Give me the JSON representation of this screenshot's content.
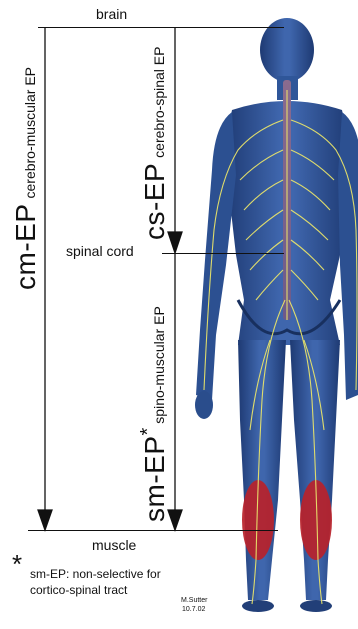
{
  "labels": {
    "brain": "brain",
    "spinal_cord": "spinal cord",
    "muscle": "muscle",
    "cm_ep_main": "cm-EP",
    "cm_ep_sub": "cerebro-muscular EP",
    "cs_ep_main": "cs-EP",
    "cs_ep_sub": "cerebro-spinal EP",
    "sm_ep_main": "sm-EP",
    "sm_ep_star": "*",
    "sm_ep_sub": "spino-muscular EP"
  },
  "footnote": {
    "star": "*",
    "line1": "sm-EP: non-selective for",
    "line2": "cortico-spinal tract"
  },
  "signature": {
    "name": "M.Sutter",
    "date": "10.7.02"
  },
  "colors": {
    "body_blue": "#2b4f8f",
    "nerve_yellow": "#e8e36a",
    "muscle_red": "#b8222a",
    "line_black": "#111111"
  }
}
